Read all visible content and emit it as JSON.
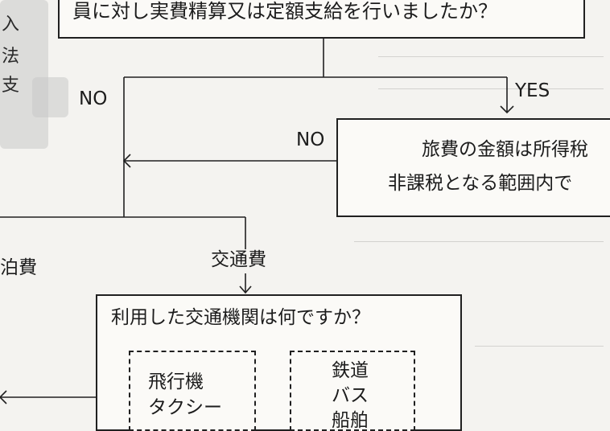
{
  "side_chars": [
    "入",
    "法",
    "支"
  ],
  "top_question": "員に対し実費精算又は定額支給を行いましたか？",
  "branch_no_1": "NO",
  "branch_yes": "YES",
  "branch_no_2": "NO",
  "travel_question": {
    "line1": "旅費の金額は所得稅",
    "line2": "非課税となる範囲内で"
  },
  "lodging_label": "泊費",
  "transport_label": "交通費",
  "transport_question": "利用した交通機関は何ですか？",
  "option_air_taxi": [
    "飛行機",
    "タクシー"
  ],
  "option_rail_bus": [
    "鉄道",
    "バス",
    "船舶"
  ]
}
